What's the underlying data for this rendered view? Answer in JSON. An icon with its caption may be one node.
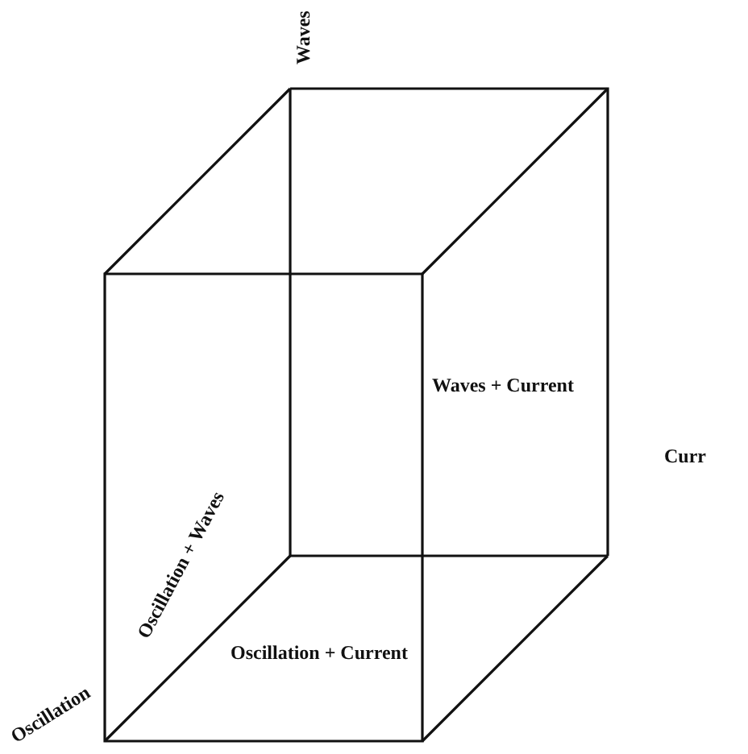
{
  "diagram": {
    "labels": [
      "Waves",
      "Waves + Current",
      "Oscillation + Waves",
      "Curr",
      "Oscillation + Current",
      "Oscillation"
    ]
  }
}
